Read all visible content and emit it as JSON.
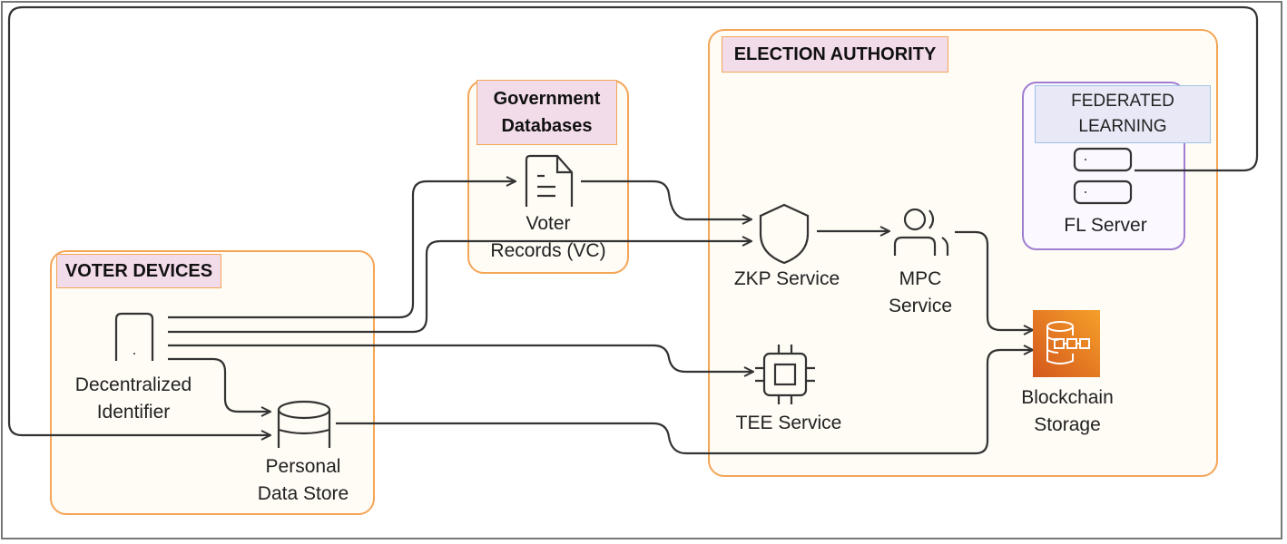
{
  "diagram": {
    "groups": {
      "voter_devices": {
        "title": "VOTER DEVICES"
      },
      "government_databases": {
        "title": "Government Databases"
      },
      "election_authority": {
        "title": "ELECTION AUTHORITY"
      },
      "federated_learning": {
        "title": "FEDERATED LEARNING"
      }
    },
    "nodes": {
      "did": {
        "label_line1": "Decentralized",
        "label_line2": "Identifier",
        "icon": "mobile-device-icon"
      },
      "pds": {
        "label_line1": "Personal",
        "label_line2": "Data Store",
        "icon": "database-icon"
      },
      "voter_records": {
        "label_line1": "Voter",
        "label_line2": "Records (VC)",
        "icon": "document-icon"
      },
      "zkp": {
        "label": "ZKP Service",
        "icon": "shield-icon"
      },
      "mpc": {
        "label_line1": "MPC",
        "label_line2": "Service",
        "icon": "users-icon"
      },
      "tee": {
        "label": "TEE Service",
        "icon": "chip-icon"
      },
      "blockchain": {
        "label_line1": "Blockchain",
        "label_line2": "Storage",
        "icon": "blockchain-storage-icon"
      },
      "fl_server": {
        "label": "FL Server",
        "icon": "server-icon"
      }
    },
    "edges": [
      {
        "from": "Decentralized Identifier",
        "to": "Voter Records (VC)"
      },
      {
        "from": "Decentralized Identifier",
        "to": "ZKP Service"
      },
      {
        "from": "Decentralized Identifier",
        "to": "TEE Service"
      },
      {
        "from": "Decentralized Identifier",
        "to": "Personal Data Store"
      },
      {
        "from": "Voter Records (VC)",
        "to": "ZKP Service"
      },
      {
        "from": "ZKP Service",
        "to": "MPC Service"
      },
      {
        "from": "MPC Service",
        "to": "Blockchain Storage"
      },
      {
        "from": "Personal Data Store",
        "to": "Blockchain Storage"
      },
      {
        "from": "FL Server",
        "to": "Personal Data Store"
      }
    ],
    "colors": {
      "group_border": "#f4a556",
      "group_fill": "#fffbf5",
      "title_fill": "#f3dcea",
      "fl_border": "#a07ed0",
      "fl_title_fill": "#e8e8f6",
      "blockchain_icon": "#e8761f",
      "wire": "#333333"
    }
  }
}
